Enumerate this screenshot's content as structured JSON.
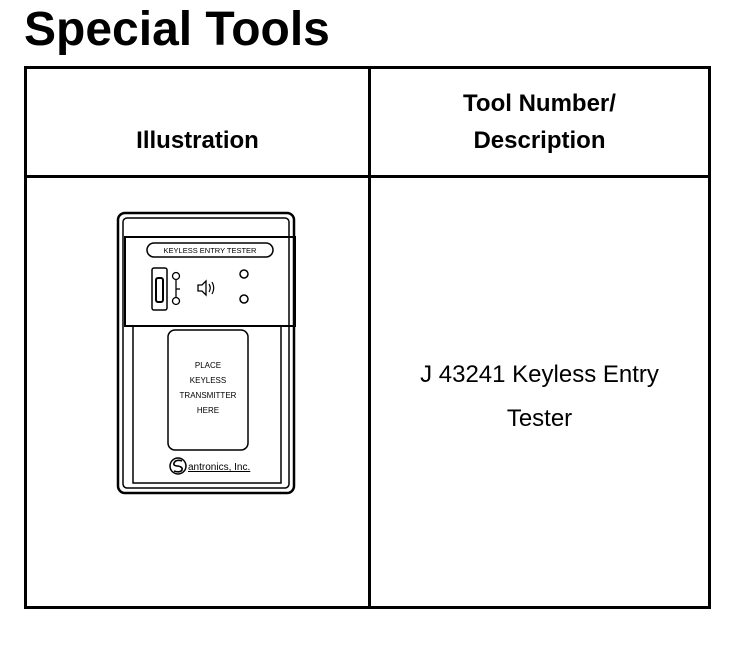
{
  "page": {
    "title": "Special Tools"
  },
  "table": {
    "headers": {
      "illustration": "Illustration",
      "tool_number_line1": "Tool Number/",
      "tool_number_line2": "Description"
    },
    "rows": [
      {
        "description_line1": "J 43241 Keyless Entry",
        "description_line2": "Tester",
        "illustration": {
          "label": "KEYLESS ENTRY TESTER",
          "instruction_lines": [
            "PLACE",
            "KEYLESS",
            "TRANSMITTER",
            "HERE"
          ],
          "brand": "antronics, Inc.",
          "icons": [
            "switch-icon",
            "speaker-icon",
            "indicator-light-icon"
          ]
        }
      }
    ]
  }
}
